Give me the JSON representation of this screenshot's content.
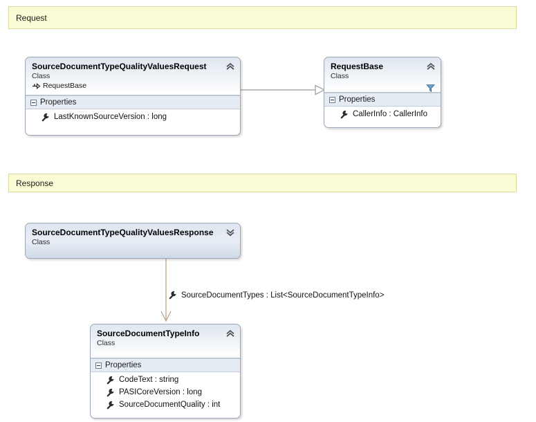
{
  "diagram": {
    "kind": "uml-class-diagram",
    "bands": [
      {
        "name": "request-band",
        "label": "Request"
      },
      {
        "name": "response-band",
        "label": "Response"
      }
    ],
    "classes": [
      {
        "id": "source-document-type-quality-values-request",
        "title": "SourceDocumentTypeQualityValuesRequest",
        "stereotype": "Class",
        "base": "RequestBase",
        "collapse_icon": "chevron-double-up-icon",
        "compartments": [
          {
            "title": "Properties",
            "members": [
              {
                "icon": "property-wrench-icon",
                "text": "LastKnownSourceVersion : long"
              }
            ]
          }
        ]
      },
      {
        "id": "request-base",
        "title": "RequestBase",
        "stereotype": "Class",
        "base": "",
        "collapse_icon": "chevron-double-up-icon",
        "filter_icon": "filter-funnel-icon",
        "compartments": [
          {
            "title": "Properties",
            "members": [
              {
                "icon": "property-wrench-icon",
                "text": "CallerInfo : CallerInfo"
              }
            ]
          }
        ]
      },
      {
        "id": "source-document-type-quality-values-response",
        "title": "SourceDocumentTypeQualityValuesResponse",
        "stereotype": "Class",
        "base": "",
        "collapse_icon": "chevron-double-down-icon",
        "compartments": []
      },
      {
        "id": "source-document-type-info",
        "title": "SourceDocumentTypeInfo",
        "stereotype": "Class",
        "base": "",
        "collapse_icon": "chevron-double-up-icon",
        "compartments": [
          {
            "title": "Properties",
            "members": [
              {
                "icon": "property-wrench-icon",
                "text": "CodeText : string"
              },
              {
                "icon": "property-wrench-icon",
                "text": "PASICoreVersion : long"
              },
              {
                "icon": "property-wrench-icon",
                "text": "SourceDocumentQuality : int"
              }
            ]
          }
        ]
      }
    ],
    "connectors": [
      {
        "name": "inheritance-connector",
        "kind": "inheritance",
        "from": "source-document-type-quality-values-request",
        "to": "request-base",
        "label": ""
      },
      {
        "name": "association-connector",
        "kind": "association",
        "from": "source-document-type-quality-values-response",
        "to": "source-document-type-info",
        "label": "SourceDocumentTypes : List<SourceDocumentTypeInfo>",
        "label_icon": "property-wrench-icon"
      }
    ],
    "colors": {
      "band_fill": "#fbfbd6",
      "band_border": "#d9d9a0",
      "class_border": "#9aa7b8",
      "compartment_fill": "#e6ecf3",
      "inheritance_line": "#9a9a9a",
      "association_line": "#b9a68e"
    }
  }
}
